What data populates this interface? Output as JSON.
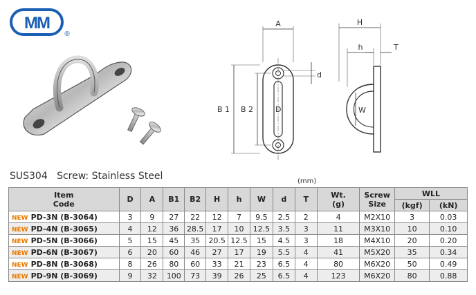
{
  "logo": {
    "text": "MM",
    "registered_mark": "®",
    "color": "#1a5fb4"
  },
  "drawing": {
    "dim_labels": {
      "A": "A",
      "H": "H",
      "h": "h",
      "T": "T",
      "d": "d",
      "B1": "B 1",
      "B2": "B 2",
      "D": "D",
      "W": "W"
    }
  },
  "material_line": "SUS304   Screw: Stainless Steel",
  "unit_note": "(mm)",
  "table": {
    "headers": {
      "item_code_line1": "Item",
      "item_code_line2": "Code",
      "D": "D",
      "A": "A",
      "B1": "B1",
      "B2": "B2",
      "H": "H",
      "h": "h",
      "W": "W",
      "d": "d",
      "T": "T",
      "wt_line1": "Wt.",
      "wt_line2": "(g)",
      "screw_line1": "Screw",
      "screw_line2": "Size",
      "wll": "WLL",
      "kgf": "(kgf)",
      "kn": "(kN)"
    },
    "badge": "NEW",
    "rows": [
      {
        "code": "PD-3N (B-3064)",
        "D": "3",
        "A": "9",
        "B1": "27",
        "B2": "22",
        "H": "12",
        "h": "7",
        "W": "9.5",
        "d": "2.5",
        "T": "2",
        "wt": "4",
        "screw": "M2X10",
        "kgf": "3",
        "kn": "0.03"
      },
      {
        "code": "PD-4N (B-3065)",
        "D": "4",
        "A": "12",
        "B1": "36",
        "B2": "28.5",
        "H": "17",
        "h": "10",
        "W": "12.5",
        "d": "3.5",
        "T": "3",
        "wt": "11",
        "screw": "M3X10",
        "kgf": "10",
        "kn": "0.10"
      },
      {
        "code": "PD-5N (B-3066)",
        "D": "5",
        "A": "15",
        "B1": "45",
        "B2": "35",
        "H": "20.5",
        "h": "12.5",
        "W": "15",
        "d": "4.5",
        "T": "3",
        "wt": "18",
        "screw": "M4X10",
        "kgf": "20",
        "kn": "0.20"
      },
      {
        "code": "PD-6N (B-3067)",
        "D": "6",
        "A": "20",
        "B1": "60",
        "B2": "46",
        "H": "27",
        "h": "17",
        "W": "19",
        "d": "5.5",
        "T": "4",
        "wt": "41",
        "screw": "M5X20",
        "kgf": "35",
        "kn": "0.34"
      },
      {
        "code": "PD-8N (B-3068)",
        "D": "8",
        "A": "26",
        "B1": "80",
        "B2": "60",
        "H": "33",
        "h": "21",
        "W": "23",
        "d": "6.5",
        "T": "4",
        "wt": "80",
        "screw": "M6X20",
        "kgf": "50",
        "kn": "0.49"
      },
      {
        "code": "PD-9N (B-3069)",
        "D": "9",
        "A": "32",
        "B1": "100",
        "B2": "73",
        "H": "39",
        "h": "26",
        "W": "25",
        "d": "6.5",
        "T": "4",
        "wt": "123",
        "screw": "M6X20",
        "kgf": "80",
        "kn": "0.88"
      }
    ]
  }
}
